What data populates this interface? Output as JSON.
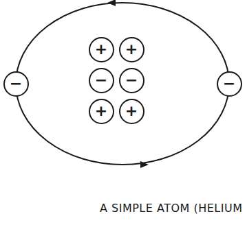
{
  "diagram": {
    "caption": "A SIMPLE ATOM (HELIUM",
    "nodes": [
      {
        "text": [
          "+"
        ]
      },
      {
        "text": [
          "+"
        ]
      },
      {
        "text": [
          "−"
        ]
      },
      {
        "text": [
          "−"
        ]
      },
      {
        "text": [
          "−"
        ]
      },
      {
        "text": [
          "−"
        ]
      },
      {
        "text": [
          "+"
        ]
      },
      {
        "text": [
          "+"
        ]
      }
    ]
  }
}
